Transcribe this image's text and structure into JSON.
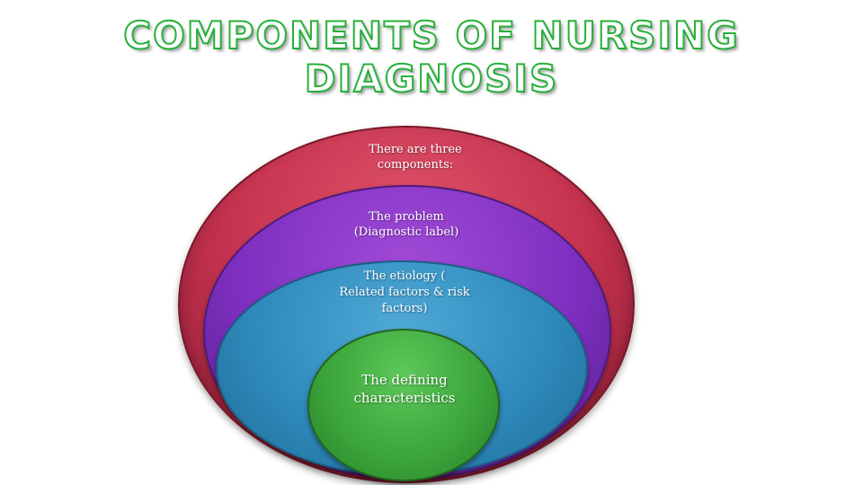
{
  "title": {
    "line1": "COMPONENTS OF NURSING",
    "line2": "DIAGNOSIS"
  },
  "layers": {
    "outer": "There are three\ncomponents:",
    "second": "The problem\n(Diagnostic label)",
    "third": "The etiology     (\nRelated factors & risk\nfactors)",
    "inner": "The defining\ncharacteristics"
  },
  "colors": {
    "title_outline": "#27b03a",
    "outer": "#c63350",
    "second": "#7d2fbf",
    "third": "#2f8bbd",
    "inner": "#3aa339"
  }
}
